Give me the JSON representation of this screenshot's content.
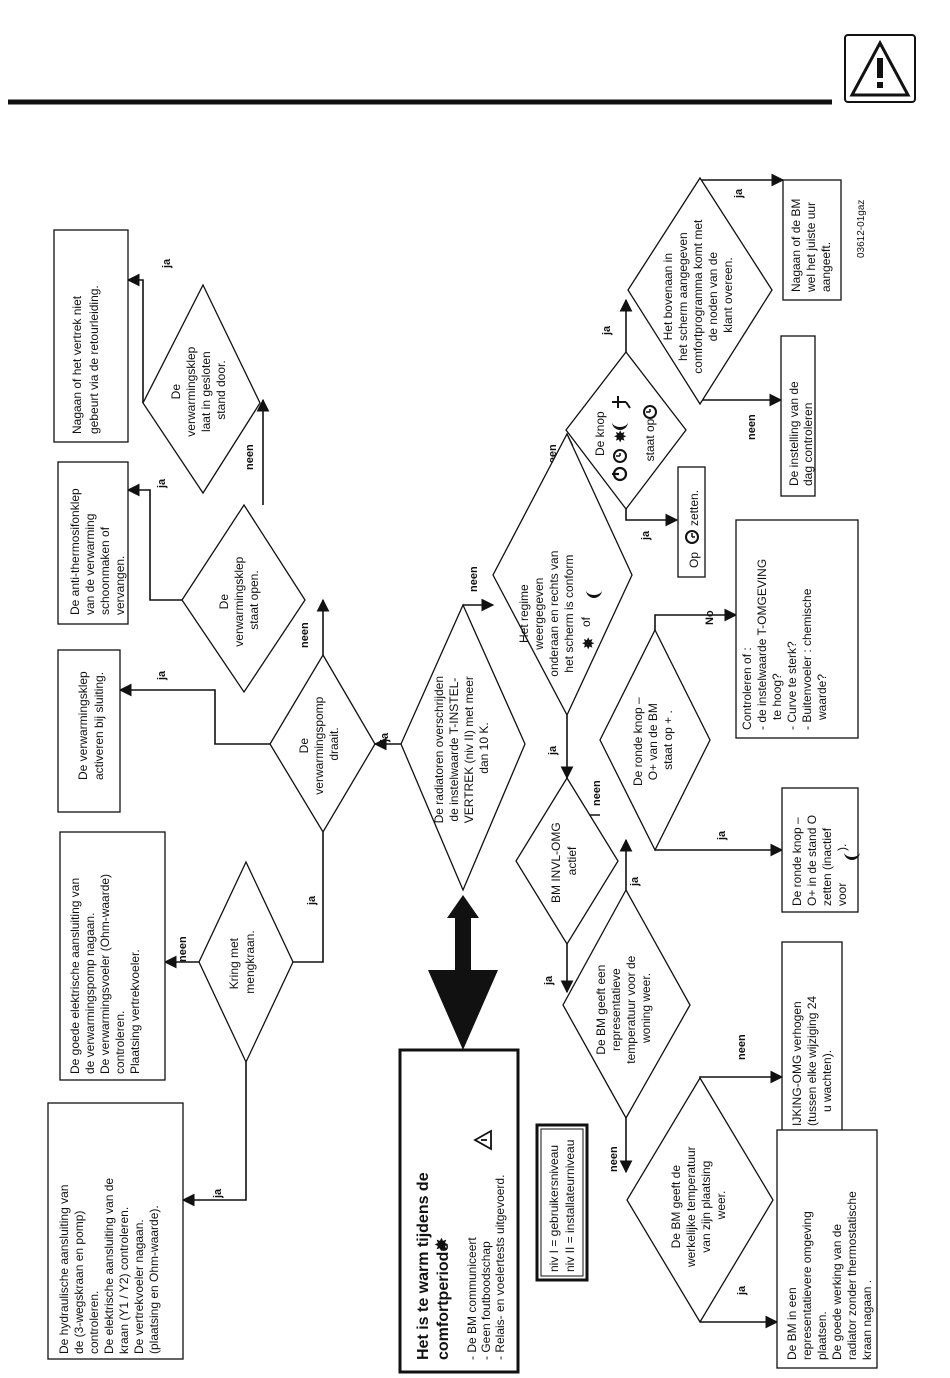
{
  "header": {
    "warning_symbol": "warning-triangle"
  },
  "figure_code": "03612-01gaz",
  "title": {
    "line1": "Het is te warm tijdens de",
    "line2": "comfortperiode"
  },
  "intro_lines": [
    "- De BM communiceert",
    "- Geen foutboodschap",
    "- Relais- en voelertests uitgevoerd."
  ],
  "legend_lines": [
    "niv  I = gebruikersniveau",
    "niv  II = installateurniveau"
  ],
  "boxes": {
    "hydraulic": [
      "De  hydraulische  aansluiting  van",
      "de (3-wegskraan en pomp)",
      "controleren.",
      "De  elektrische  aansluiting  van  de",
      "kraan (Y1 / Y2) controleren.",
      "De  vertrekvoeler  nagaan.",
      "(plaatsing  en  Ohm-waarde)."
    ],
    "electric": [
      "De  goede  elektrische  aansluiting  van",
      "de  verwarmingspomp  nagaan.",
      "De  verwarmingsvoeler  (Ohm-waarde)",
      "controleren.",
      "Plaatsing  vertrekvoeler."
    ],
    "activate_valve": [
      "De  verwarmingsklep",
      "activeren  bij sluiting."
    ],
    "anti_thermo": [
      "De  anti-thermosifonklep",
      "van  de  verwarming",
      "schoonmaken  of",
      "vervangen."
    ],
    "check_return": [
      "Nagaan  of  het  vertrek  niet",
      "gebeurt  via  de  retourleiding."
    ],
    "set_op": [
      "Op",
      "zetten."
    ],
    "day_settings": [
      "De  instelling  van  de",
      "dag  controleren"
    ],
    "check_time": [
      "Nagaan  of  de  BM",
      "wel het juiste  uur",
      "aangeeft."
    ],
    "controls": [
      "Controleren of :",
      "- de  instelwaarde  T-OMGEVING",
      "te hoog?",
      "- Curve te sterk?",
      "- Buitenvoeler  :  chemische",
      "waarde?"
    ],
    "round_knob_o": [
      "De  ronde  knop –",
      "O+  in  de  stand  O",
      "zetten  (inactief",
      "voor",
      ")."
    ],
    "raise_ijking": [
      "IJKING-OMG  verhogen",
      "(tussen  elke  wijziging  24",
      "u  wachten)."
    ],
    "place_bm": [
      "De BM in een",
      "representatievere  omgeving",
      "plaatsen.",
      "De  goede  werking  van  de",
      "radiator  zonder  thermostatische",
      "kraan  nagaan ."
    ]
  },
  "diamonds": {
    "mixing_circuit": [
      "Kring    met",
      "mengkraan."
    ],
    "pump_running": [
      "De",
      "verwarmingspomp",
      "draait."
    ],
    "valve_open": [
      "De",
      "verwarmingsklep",
      "staat  open."
    ],
    "valve_closed": [
      "De",
      "verwarmingsklep",
      "laat  in  gesloten",
      "stand  door."
    ],
    "radiators_exceed": [
      "De  radiatoren  overschrijden",
      "de  instelwaarde  T-INSTEL-",
      "VERTREK  (niv  II)  met  meer",
      "dan  10  K."
    ],
    "regime_shown": [
      "Het  regime",
      "weergegeven",
      "onderaan  en  rechts  van",
      "het  scherm  is  conform",
      "of"
    ],
    "knob_position": [
      "De  knop",
      "staat  op"
    ],
    "program_match": [
      "Het  bovenaan  in",
      "het  scherm  aangegeven",
      "comfortprogramma  komt  met",
      "de  noden  van  de",
      "klant  overeen."
    ],
    "bm_invl": [
      "BM  INVL-OMG",
      "actief"
    ],
    "round_knob_plus": [
      "De  ronde  knop –",
      "O+  van  de  BM",
      "staat  op  + ."
    ],
    "bm_representative": [
      "De  BM  geeft  een",
      "representatieve",
      "temperatuur  voor  de",
      "woning  weer."
    ],
    "bm_real": [
      "De  BM  geeft  de",
      "werkelijke  temperatuur",
      "van  zijn  plaatsing",
      "weer."
    ]
  },
  "edge_labels": {
    "yes": "ja",
    "no": "neen",
    "no_en": "No"
  }
}
